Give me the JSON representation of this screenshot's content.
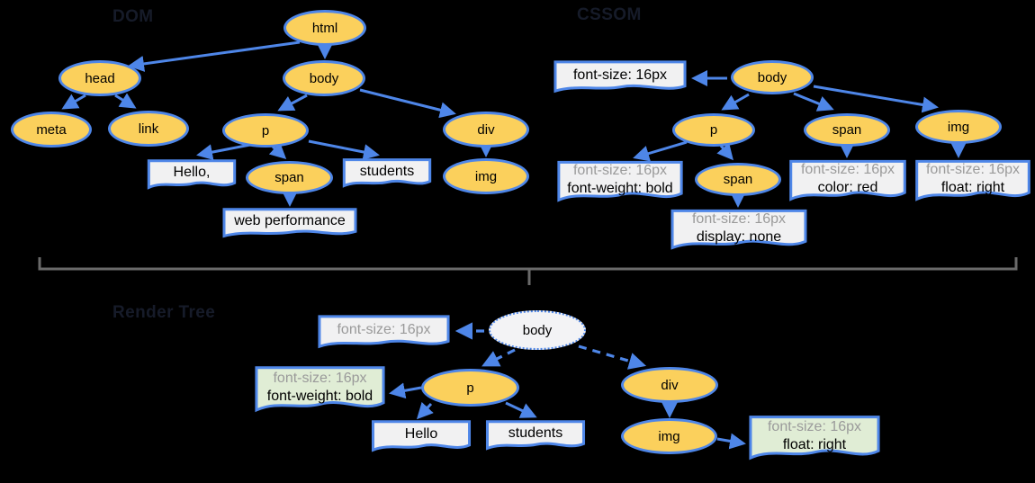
{
  "titles": {
    "dom": "DOM",
    "cssom": "CSSOM",
    "render": "Render Tree"
  },
  "dom": {
    "nodes": {
      "html": "html",
      "head": "head",
      "body": "body",
      "meta": "meta",
      "link": "link",
      "p": "p",
      "div": "div",
      "span": "span",
      "img": "img"
    },
    "texts": {
      "hello": "Hello,",
      "students": "students",
      "webperf": "web performance"
    }
  },
  "cssom": {
    "nodes": {
      "body": "body",
      "p": "p",
      "span": "span",
      "span_child": "span",
      "img": "img"
    },
    "rules": {
      "body": {
        "line1": "font-size: 16px"
      },
      "p": {
        "line1": "font-size: 16px",
        "line2": "font-weight: bold"
      },
      "span_child": {
        "line1": "font-size: 16px",
        "line2": "display: none"
      },
      "span": {
        "line1": "font-size: 16px",
        "line2": "color: red"
      },
      "img": {
        "line1": "font-size: 16px",
        "line2": "float: right"
      }
    }
  },
  "render": {
    "nodes": {
      "body": "body",
      "p": "p",
      "div": "div",
      "img": "img"
    },
    "texts": {
      "hello": "Hello",
      "students": "students"
    },
    "rules": {
      "body": {
        "line1": "font-size: 16px"
      },
      "p": {
        "line1": "font-size: 16px",
        "line2": "font-weight: bold"
      },
      "img": {
        "line1": "font-size: 16px",
        "line2": "float: right"
      }
    }
  },
  "colors": {
    "node_fill": "#fbd05c",
    "accent_blue": "#4e86e8",
    "box_fill": "#f1f1f2",
    "green_fill": "#e0edd5",
    "inherited_text": "#9a9a9a",
    "brace": "#6a6a6a"
  }
}
